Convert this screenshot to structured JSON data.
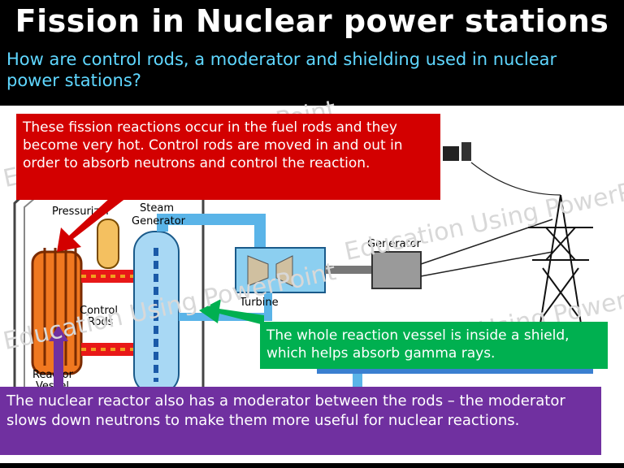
{
  "slide": {
    "title": "Fission in Nuclear power stations",
    "question": "How are control rods, a moderator and shielding used in nuclear power stations?"
  },
  "callouts": {
    "fuel_rods": "These fission reactions occur in the fuel rods and they become very hot.  Control rods are moved in and out in order to absorb neutrons and control the reaction.",
    "shield": "The whole reaction vessel is inside a shield, which helps absorb gamma rays.",
    "moderator": "The nuclear reactor also has a moderator between the rods – the moderator slows down neutrons to make them more useful for nuclear reactions."
  },
  "diagram_labels": {
    "pressurizer": "Pressurizer",
    "steam_generator_1": "Steam",
    "steam_generator_2": "Generator",
    "generator": "Generator",
    "turbine": "Turbine",
    "control_rods_1": "Control",
    "control_rods_2": "Rods",
    "reactor_vessel_1": "Reactor",
    "reactor_vessel_2": "Vessel"
  },
  "watermark": "Education Using PowerPoint",
  "colors": {
    "title": "#ffffff",
    "question": "#5fd7ff",
    "red_callout": "#d30000",
    "green_callout": "#00b050",
    "purple_callout": "#7030a0",
    "water_blue": "#5ab4e8",
    "reactor_orange": "#f07820"
  }
}
